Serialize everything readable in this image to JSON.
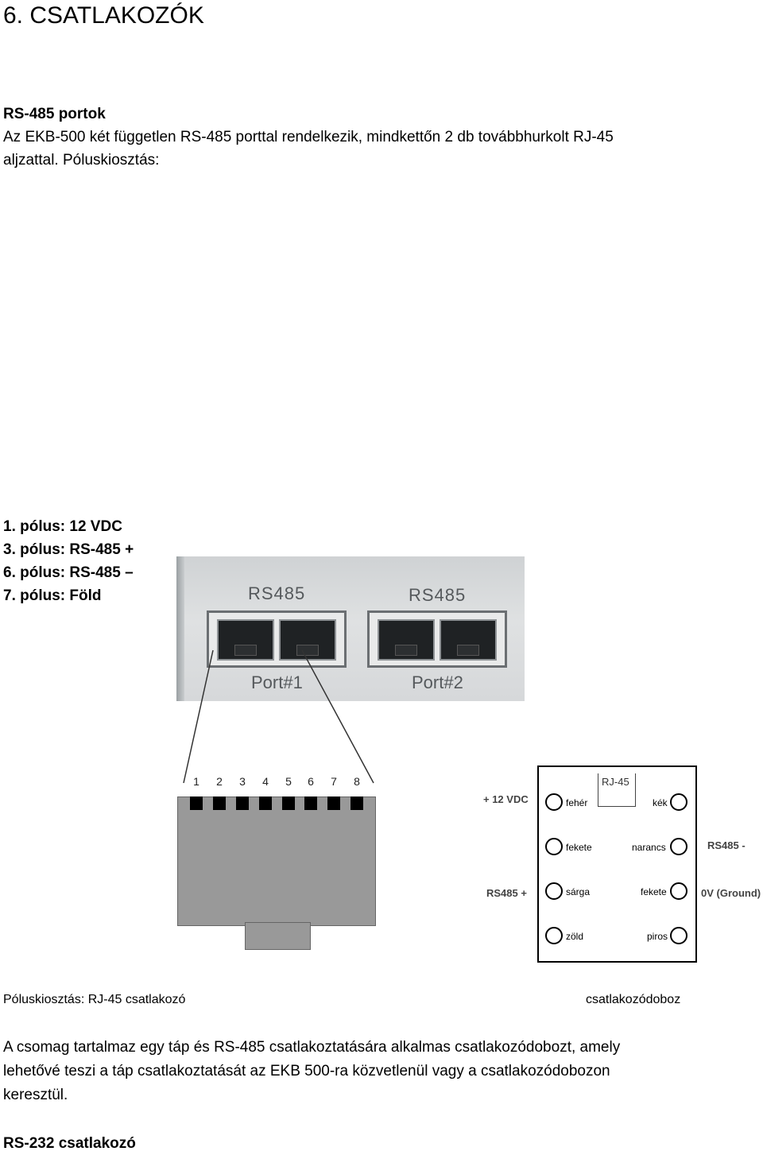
{
  "heading": "6. CSATLAKOZÓK",
  "section1": {
    "title": "RS-485 portok",
    "intro_line1": "Az EKB-500 két független RS-485 porttal rendelkezik, mindkettőn 2 db továbbhurkolt RJ-45",
    "intro_line2": "aljzattal. Póluskiosztás:"
  },
  "poles": [
    "1. pólus: 12 VDC",
    "3. pólus: RS-485 +",
    "6. pólus: RS-485 –",
    "7. pólus: Föld"
  ],
  "photo": {
    "group1_label": "RS485",
    "group2_label": "RS485",
    "port1_label": "Port#1",
    "port2_label": "Port#2"
  },
  "plug_pins": [
    "1",
    "2",
    "3",
    "4",
    "5",
    "6",
    "7",
    "8"
  ],
  "connector_box": {
    "header": "RJ-45",
    "rows": [
      {
        "left": "fehér",
        "right": "kék"
      },
      {
        "left": "fekete",
        "right": "narancs"
      },
      {
        "left": "sárga",
        "right": "fekete"
      },
      {
        "left": "zöld",
        "right": "piros"
      }
    ],
    "side_labels": {
      "v12": "+ 12 VDC",
      "rs485_minus": "RS485 -",
      "rs485_plus": "RS485 +",
      "ground": "0V (Ground)"
    }
  },
  "captions": {
    "left": "Póluskiosztás: RJ-45 csatlakozó",
    "right": "csatlakozódoboz"
  },
  "paragraph": {
    "line1": "A csomag tartalmaz egy táp és RS-485 csatlakoztatására alkalmas csatlakozódobozt, amely",
    "line2": "lehetővé teszi a táp csatlakoztatását az EKB 500-ra közvetlenül vagy a csatlakozódobozon",
    "line3": "keresztül."
  },
  "section2": {
    "title": "RS-232 csatlakozó"
  }
}
